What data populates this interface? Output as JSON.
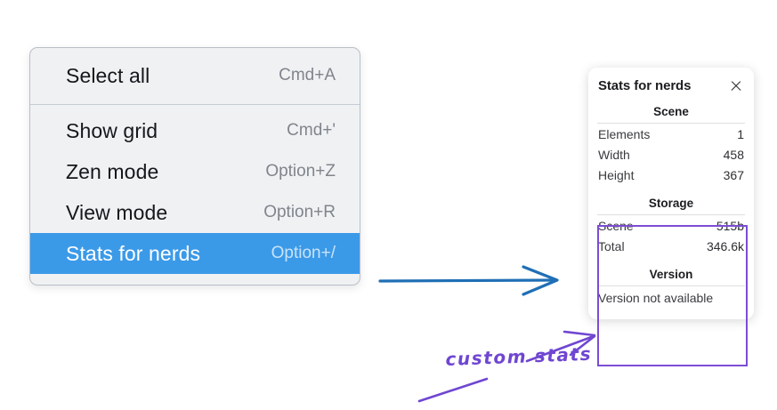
{
  "context_menu": {
    "name": "canvas-context-menu",
    "groups": [
      {
        "items": [
          {
            "label": "Select all",
            "shortcut": "Cmd+A",
            "selected": false
          }
        ]
      },
      {
        "items": [
          {
            "label": "Show grid",
            "shortcut": "Cmd+'",
            "selected": false
          },
          {
            "label": "Zen mode",
            "shortcut": "Option+Z",
            "selected": false
          },
          {
            "label": "View mode",
            "shortcut": "Option+R",
            "selected": false
          },
          {
            "label": "Stats for nerds",
            "shortcut": "Option+/",
            "selected": true
          }
        ]
      }
    ],
    "highlight_color": "#3b9ae8",
    "background_color": "#f0f1f3"
  },
  "stats_panel": {
    "title": "Stats for nerds",
    "close_icon": "close-icon",
    "sections": [
      {
        "title": "Scene",
        "rows": [
          {
            "key": "Elements",
            "value": "1"
          },
          {
            "key": "Width",
            "value": "458"
          },
          {
            "key": "Height",
            "value": "367"
          }
        ]
      },
      {
        "title": "Storage",
        "rows": [
          {
            "key": "Scene",
            "value": "515b"
          },
          {
            "key": "Total",
            "value": "346.6k"
          }
        ]
      },
      {
        "title": "Version",
        "single_line": "Version not available",
        "rows": []
      }
    ]
  },
  "annotations": {
    "highlight_rect_color": "#7c4dd4",
    "blue_arrow_color": "#1f6fb5",
    "handwritten_note": "custom stats",
    "handwritten_color": "#6f46d1"
  }
}
